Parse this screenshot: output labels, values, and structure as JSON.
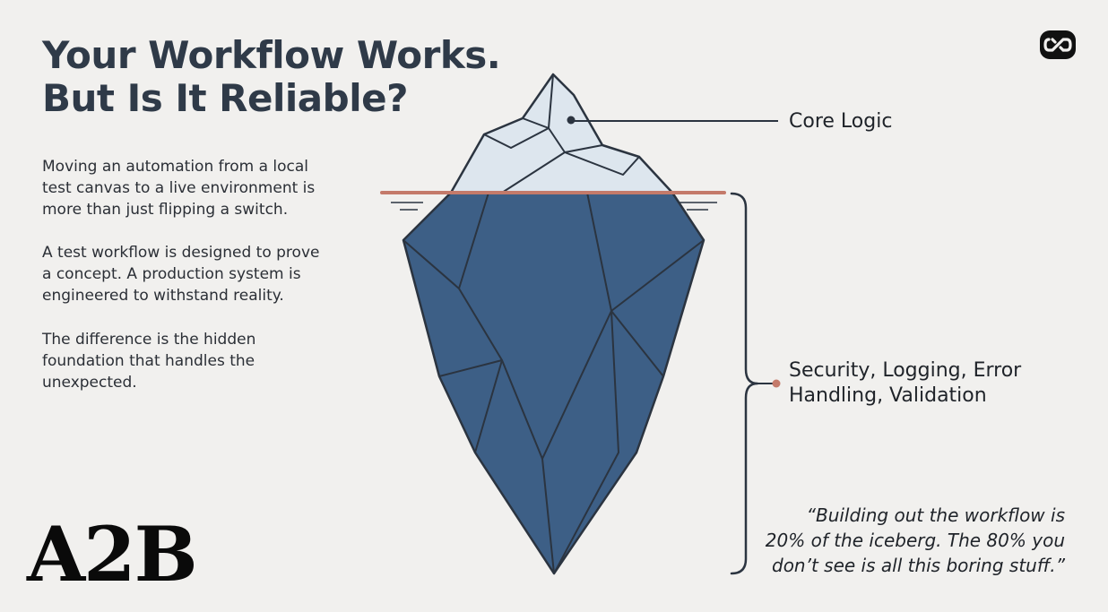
{
  "title": {
    "line1": "Your Workflow Works.",
    "line2": "But Is It Reliable?"
  },
  "intro": {
    "p1": [
      "Moving an automation from a local",
      "test canvas to a live environment is",
      "more than just flipping a switch."
    ],
    "p2": [
      "A test workflow is designed to prove",
      "a concept. A production system is",
      "engineered to withstand reality."
    ],
    "p3": [
      "The difference is the hidden",
      "foundation that handles the",
      "unexpected."
    ]
  },
  "diagram": {
    "above_label": "Core Logic",
    "below_label": [
      "Security, Logging, Error",
      "Handling, Validation"
    ],
    "quote": [
      "“Building out the workflow is",
      "20% of the iceberg. The 80% you",
      "don’t see is all this boring stuff.”"
    ]
  },
  "brand": {
    "wordmark": "A2B",
    "logo_icon": "chain-link-icon"
  },
  "colors": {
    "background": "#f1f0ee",
    "ice_top": "#dde6ee",
    "ice_bottom": "#3d5f86",
    "waterline": "#c47a6a",
    "outline": "#2b3440"
  }
}
